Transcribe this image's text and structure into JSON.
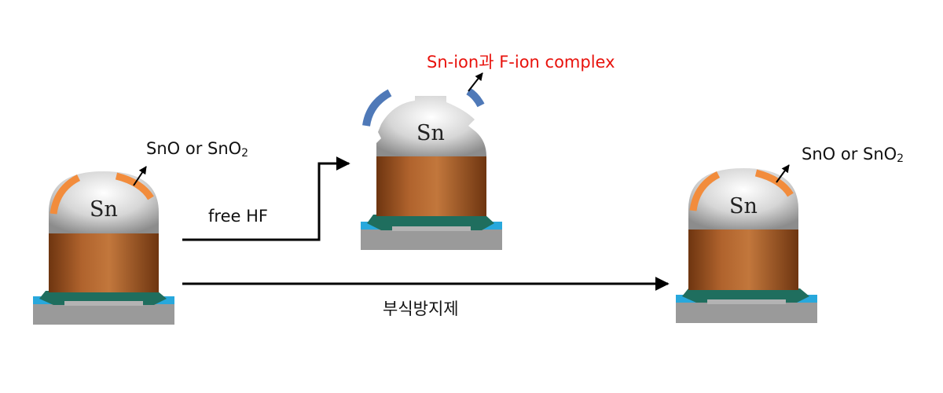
{
  "labels": {
    "left_oxide": "SnO or SnO",
    "left_oxide_sub": "2",
    "right_oxide": "SnO or SnO",
    "right_oxide_sub": "2",
    "complex": "Sn-ion과 F-ion complex",
    "free_hf": "free HF",
    "inhibitor": "부식방지제",
    "sn": "Sn"
  },
  "colors": {
    "copper": "#a95c2a",
    "tin": "#c9c9c9",
    "oxide": "#f28c3c",
    "complex_fragment": "#4f79b8",
    "substrate": "#999999",
    "pad_blue": "#28a8dc",
    "pad_green": "#1f6e5e",
    "complex_text": "#e8120c"
  }
}
